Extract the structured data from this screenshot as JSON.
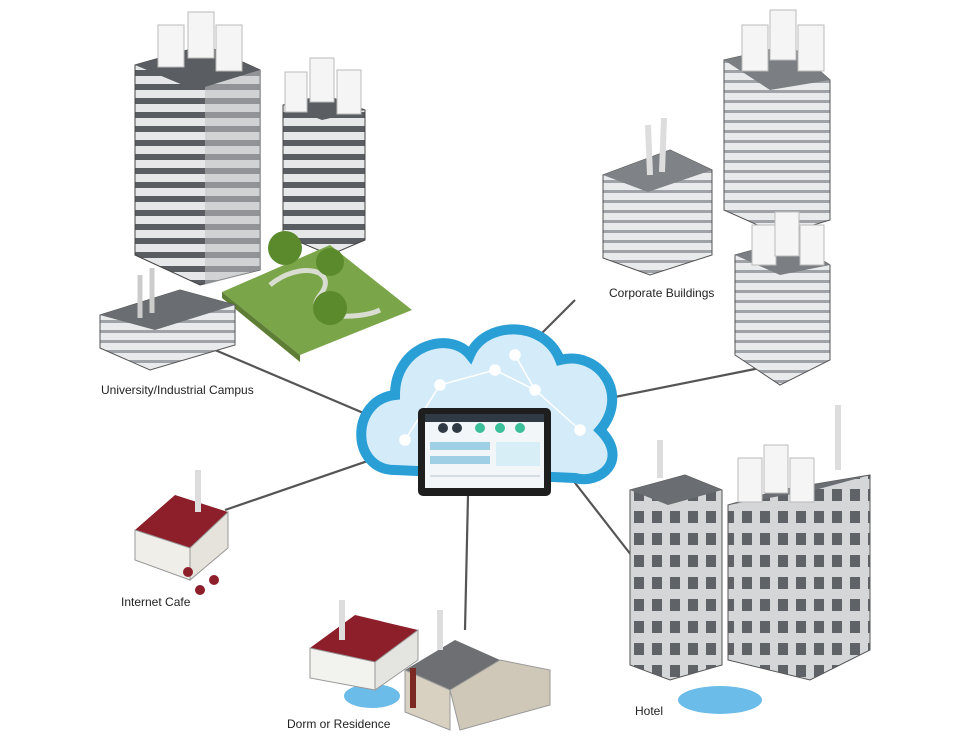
{
  "labels": {
    "campus": "University/Industrial Campus",
    "corporate": "Corporate Buildings",
    "cafe": "Internet Cafe",
    "dorm": "Dorm or Residence",
    "hotel": "Hotel"
  },
  "colors": {
    "cloud": "#cfe9f8",
    "cloud_edge": "#2a9fd6",
    "link": "#555555",
    "roof_red": "#8c1f2a",
    "building_grey": "#b9bcbf",
    "lawn": "#7aa548",
    "water": "#6bbce8",
    "tablet": "#1e1e1e"
  }
}
